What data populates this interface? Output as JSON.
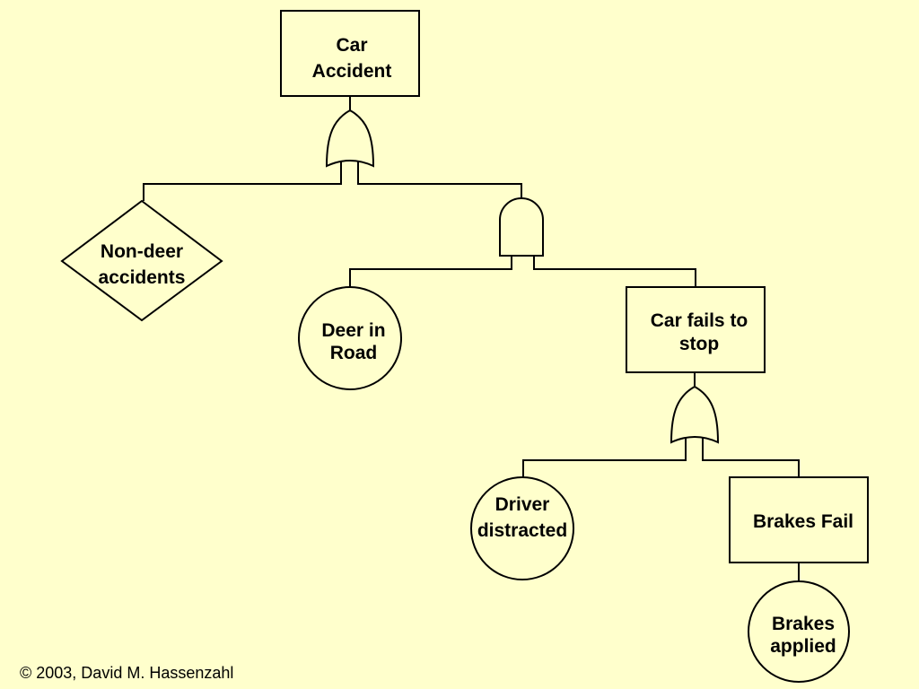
{
  "nodes": {
    "car_accident": {
      "type": "event",
      "lines": [
        "Car",
        "Accident"
      ]
    },
    "non_deer": {
      "type": "undeveloped",
      "lines": [
        "Non-deer",
        "accidents"
      ]
    },
    "deer_in_road": {
      "type": "basic",
      "lines": [
        "Deer in",
        "Road"
      ]
    },
    "car_fails_to_stop": {
      "type": "event",
      "lines": [
        "Car fails to",
        "stop"
      ]
    },
    "driver_distracted": {
      "type": "basic",
      "lines": [
        "Driver",
        "distracted"
      ]
    },
    "brakes_fail": {
      "type": "event",
      "lines": [
        "Brakes Fail"
      ]
    },
    "brakes_applied": {
      "type": "basic",
      "lines": [
        "Brakes",
        "applied"
      ]
    }
  },
  "gates": {
    "top": "or-gate-icon",
    "deer": "and-gate-icon",
    "stop": "or-gate-icon"
  },
  "footer": {
    "copyright": "© 2003, David M. Hassenzahl"
  }
}
